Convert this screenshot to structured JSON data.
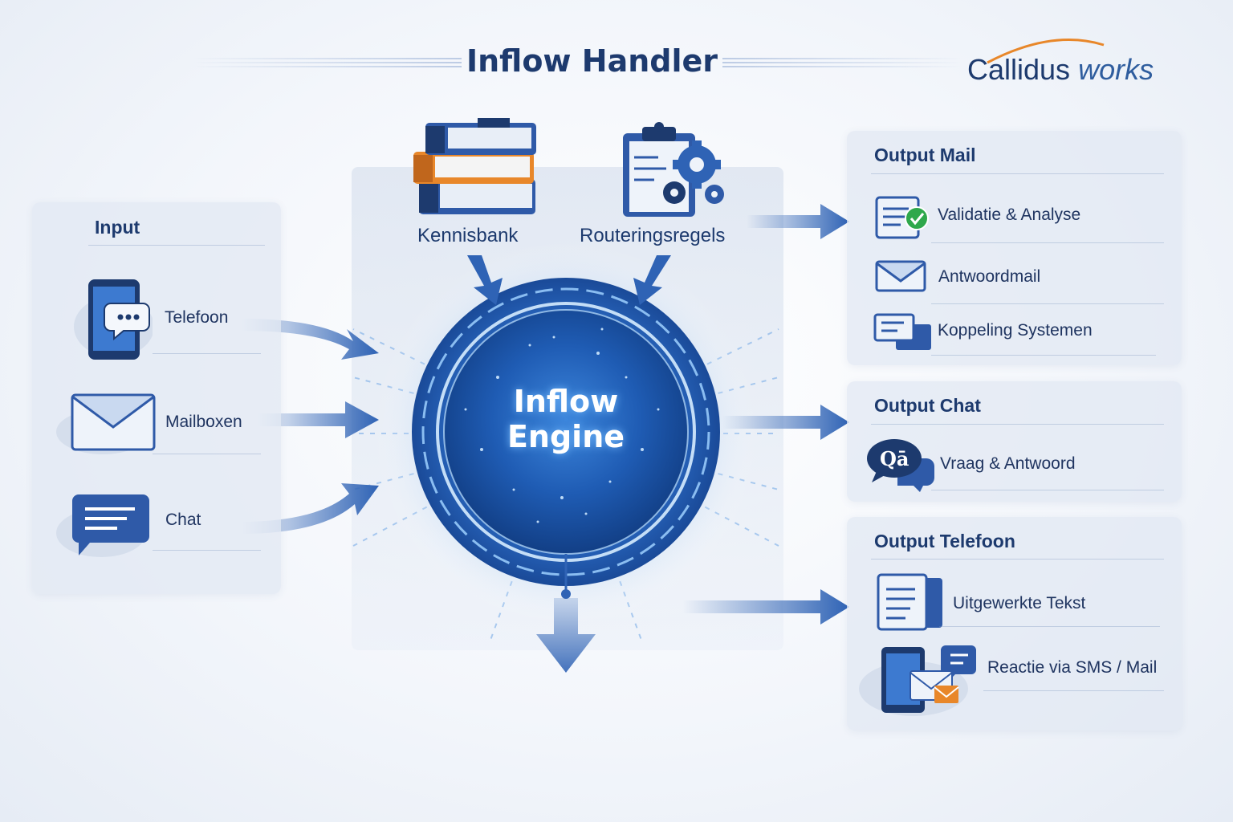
{
  "header": {
    "title": "Inflow Handler"
  },
  "brand": {
    "name": "Callidus",
    "accent": "works"
  },
  "input": {
    "title": "Input",
    "items": [
      {
        "label": "Telefoon",
        "icon": "phone-chat-icon"
      },
      {
        "label": "Mailboxen",
        "icon": "envelope-icon"
      },
      {
        "label": "Chat",
        "icon": "chat-bubble-icon"
      }
    ]
  },
  "sources": {
    "kennisbank": {
      "label": "Kennisbank",
      "icon": "books-icon"
    },
    "routering": {
      "label": "Routeringsregels",
      "icon": "clipboard-gears-icon"
    }
  },
  "engine": {
    "line1": "Inflow",
    "line2": "Engine"
  },
  "outputs": {
    "mail": {
      "title": "Output Mail",
      "items": [
        {
          "label": "Validatie & Analyse",
          "icon": "document-check-icon"
        },
        {
          "label": "Antwoordmail",
          "icon": "envelope-icon"
        },
        {
          "label": "Koppeling Systemen",
          "icon": "linked-windows-icon"
        }
      ]
    },
    "chat": {
      "title": "Output Chat",
      "items": [
        {
          "label": "Vraag & Antwoord",
          "icon": "qa-bubble-icon",
          "glyph": "Qā"
        }
      ]
    },
    "telefoon": {
      "title": "Output Telefoon",
      "items": [
        {
          "label": "Uitgewerkte Tekst",
          "icon": "text-document-icon"
        },
        {
          "label": "Reactie via SMS / Mail",
          "icon": "phone-sms-mail-icon"
        }
      ]
    }
  },
  "colors": {
    "navy": "#1d3a6e",
    "blue": "#2f63b5",
    "orange": "#e8872a",
    "glow": "#58b4ff"
  }
}
